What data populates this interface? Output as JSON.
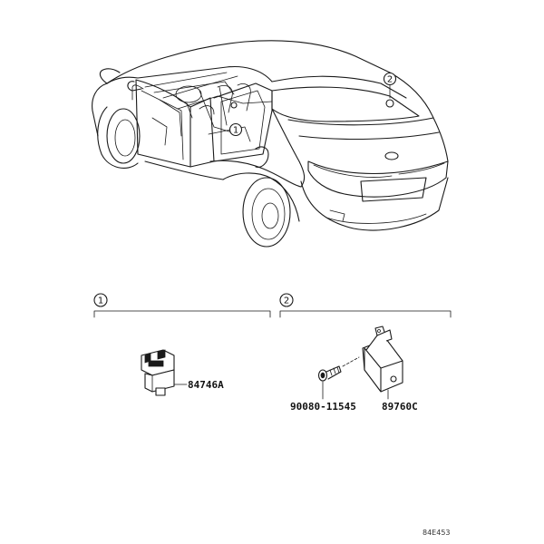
{
  "callouts": {
    "one": "1",
    "two": "2"
  },
  "sections": [
    {
      "number": "1",
      "parts": [
        {
          "code": "84746A"
        }
      ]
    },
    {
      "number": "2",
      "parts": [
        {
          "code": "90080-11545"
        },
        {
          "code": "89760C"
        }
      ]
    }
  ],
  "figure_code": "84E453"
}
